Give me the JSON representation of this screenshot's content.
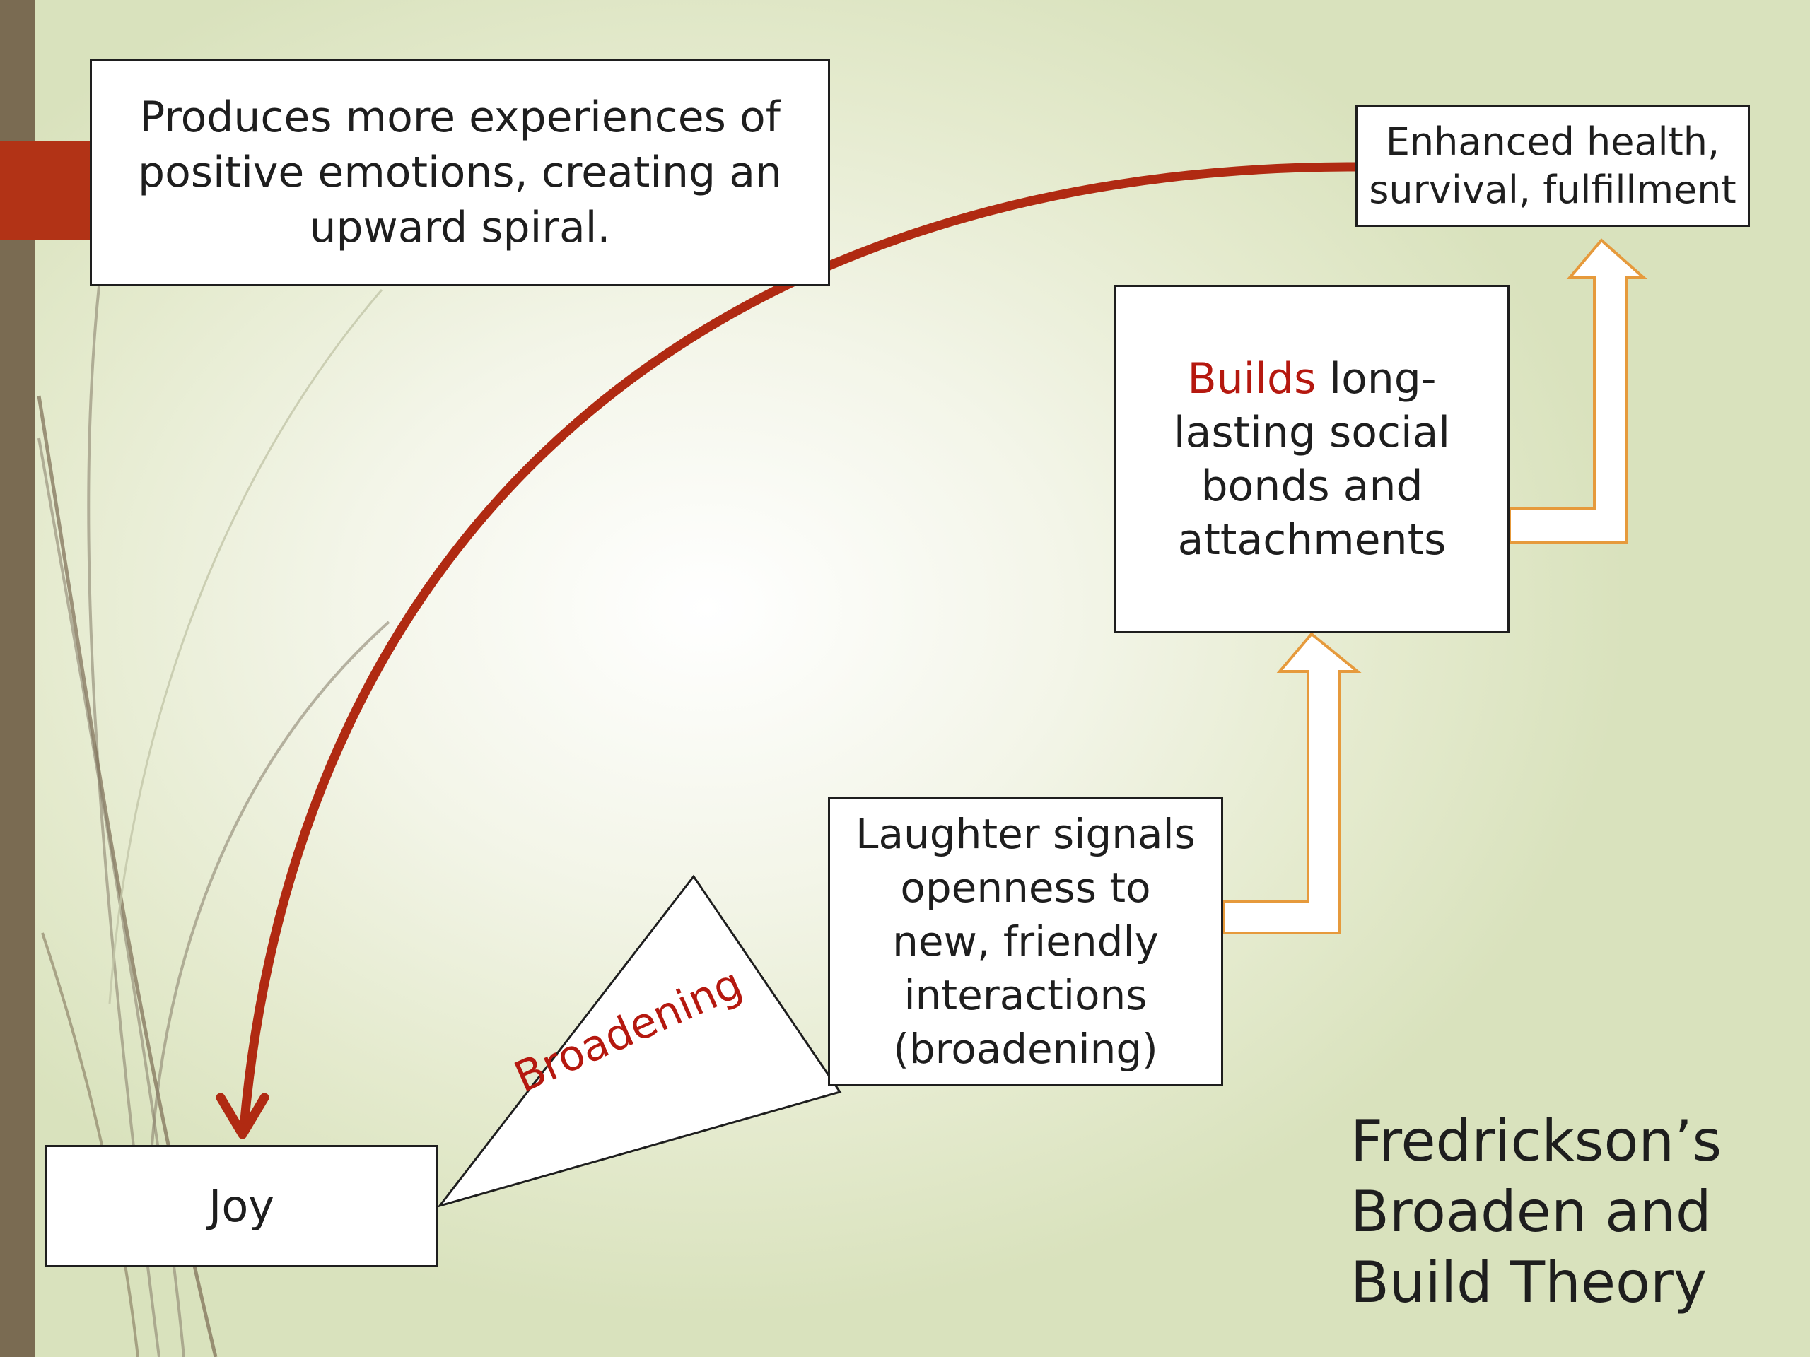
{
  "colors": {
    "sidebar": "#7a6b52",
    "accent": "#b23316",
    "spiral_arrow": "#b02a12",
    "build_arrows": "#e69a3c",
    "highlight_text": "#b5180f"
  },
  "boxes": {
    "spiral": {
      "lines": [
        "Produces more experiences of",
        "positive emotions, creating an",
        "upward spiral."
      ]
    },
    "health": {
      "lines": [
        "Enhanced health,",
        "survival, fulfillment"
      ]
    },
    "builds": {
      "keyword": "Builds",
      "first_line_rest": " long-",
      "lines": [
        "lasting social",
        "bonds and",
        "attachments"
      ]
    },
    "laughter": {
      "lines": [
        "Laughter signals",
        "openness to",
        "new, friendly",
        "interactions",
        "(broadening)"
      ]
    },
    "joy": {
      "label": "Joy"
    }
  },
  "broadening_label": "Broadening",
  "title": {
    "lines": [
      "Fredrickson’s",
      "Broaden and",
      "Build Theory"
    ]
  },
  "icons": {
    "spiral_arrow": "curved-arrow-icon",
    "up_arrows": "up-arrow-icon"
  }
}
